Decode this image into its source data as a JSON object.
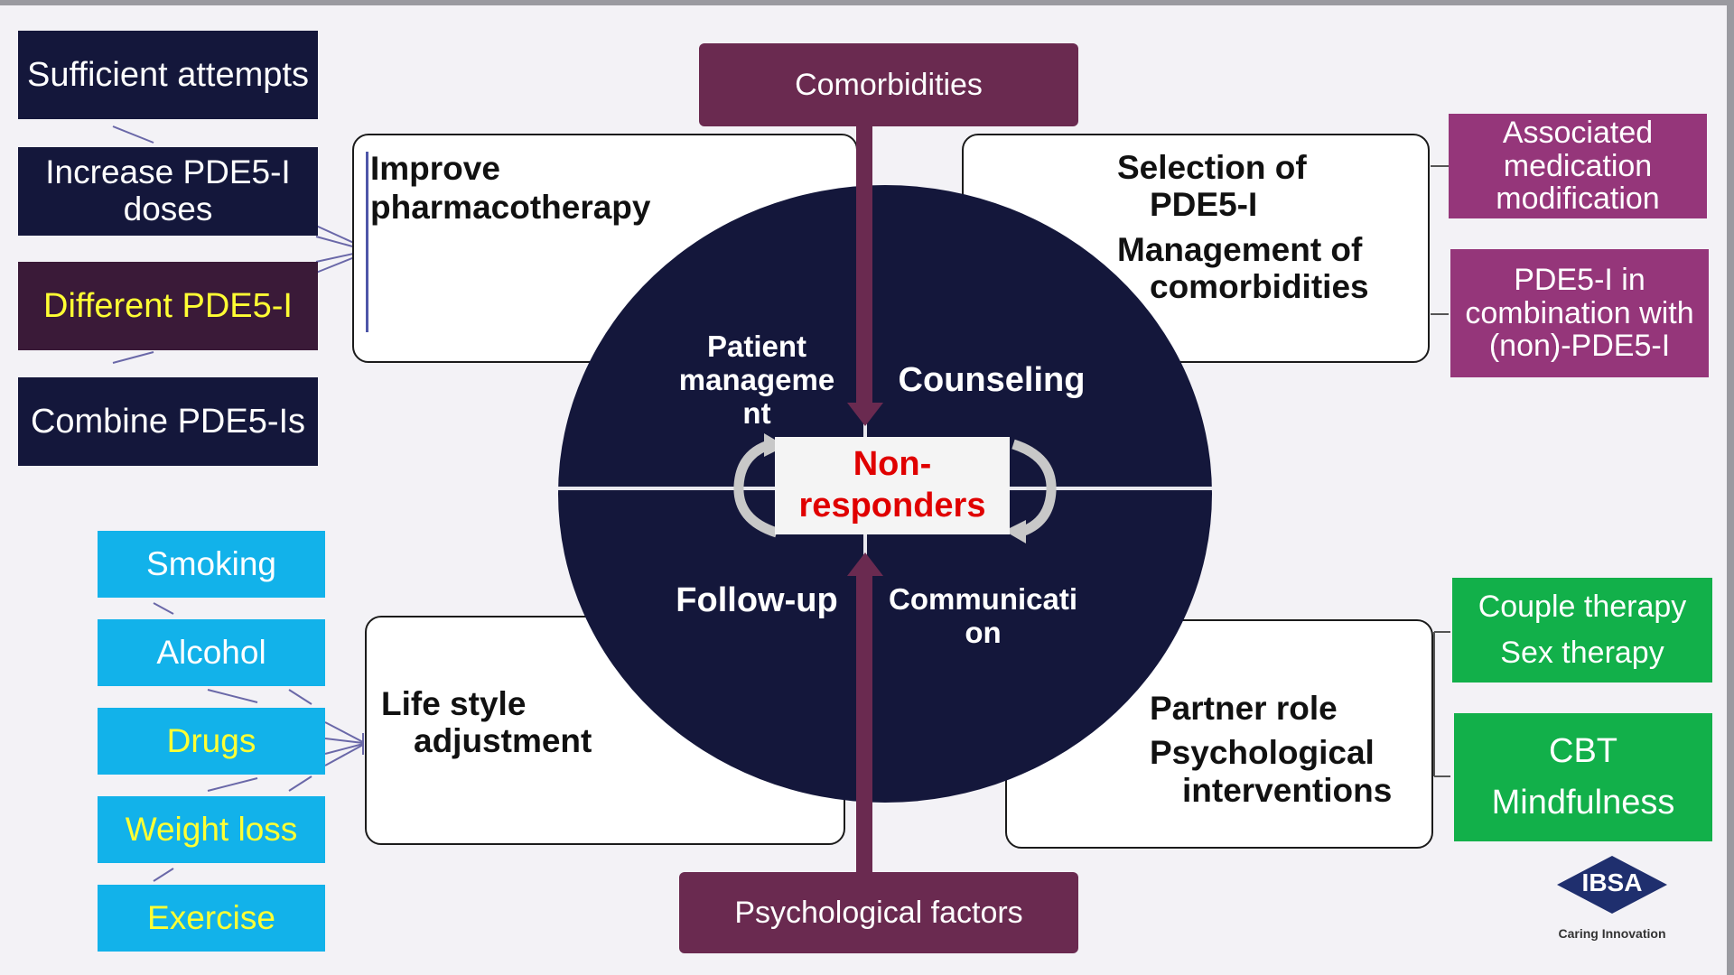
{
  "left_top_boxes": {
    "sufficient_attempts": "Sufficient attempts",
    "increase_doses": "Increase PDE5-I doses",
    "different_pde5i": "Different PDE5-I",
    "combine": "Combine PDE5-Is"
  },
  "lifestyle_factors": {
    "smoking": "Smoking",
    "alcohol": "Alcohol",
    "drugs": "Drugs",
    "weight_loss": "Weight loss",
    "exercise": "Exercise"
  },
  "top_center": "Comorbidities",
  "bottom_center": "Psychological factors",
  "panels": {
    "improve_pharmacotherapy": "Improve pharmacotherapy",
    "selection_line1": "Selection of",
    "selection_line2": "PDE5-I",
    "management_line1": "Management of",
    "management_line2": "comorbidities",
    "lifestyle_line1": "Life style",
    "lifestyle_line2": "adjustment",
    "partner_role": "Partner role",
    "psych_line1": "Psychological",
    "psych_line2": "interventions"
  },
  "circle": {
    "patient_management": "Patient manageme nt",
    "counseling": "Counseling",
    "follow_up": "Follow-up",
    "communication": "Communicati on",
    "center_line1": "Non-",
    "center_line2": "responders"
  },
  "right_boxes": {
    "associated_med": "Associated medication modification",
    "pde5i_combination": "PDE5-I in combination with (non)-PDE5-I",
    "couple_therapy": "Couple therapy",
    "sex_therapy": "Sex therapy",
    "cbt": "CBT",
    "mindfulness": "Mindfulness"
  },
  "logo": {
    "brand": "IBSA",
    "tagline": "Caring Innovation"
  },
  "colors": {
    "navy": "#14173b",
    "plum": "#6a2a50",
    "magenta": "#95367a",
    "cyan": "#12b2ea",
    "green": "#12b04a",
    "highlight_yellow": "#ffff33",
    "center_red": "#e00000"
  }
}
